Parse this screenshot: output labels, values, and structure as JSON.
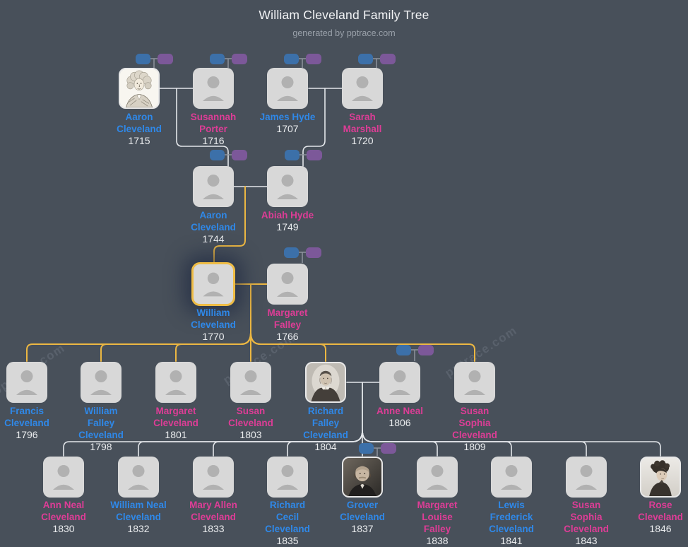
{
  "title": "William Cleveland Family Tree",
  "subtitle": "generated by pptrace.com",
  "watermark": "pptrace.com",
  "selected_person": "William Cleveland",
  "colors": {
    "background": "#48505a",
    "card": "#d8d8d8",
    "male_name": "#2f88e8",
    "female_name": "#dd3d96",
    "year_text": "#eaecee",
    "highlight_line": "#ecb742",
    "connector_line": "#e3e6ea",
    "father_button": "#3c70a9",
    "mother_button": "#7c5899"
  },
  "people": {
    "aaron_cleveland_1715": {
      "name": "Aaron Cleveland",
      "year": "1715",
      "gender": "male"
    },
    "susannah_porter_1716": {
      "name": "Susannah Porter",
      "year": "1716",
      "gender": "female"
    },
    "james_hyde_1707": {
      "name": "James Hyde",
      "year": "1707",
      "gender": "male"
    },
    "sarah_marshall_1720": {
      "name": "Sarah Marshall",
      "year": "1720",
      "gender": "female"
    },
    "aaron_cleveland_1744": {
      "name": "Aaron Cleveland",
      "year": "1744",
      "gender": "male"
    },
    "abiah_hyde_1749": {
      "name": "Abiah Hyde",
      "year": "1749",
      "gender": "female"
    },
    "william_cleveland_1770": {
      "name": "William Cleveland",
      "year": "1770",
      "gender": "male"
    },
    "margaret_falley_1766": {
      "name": "Margaret Falley",
      "year": "1766",
      "gender": "female"
    },
    "francis_cleveland_1796": {
      "name": "Francis Cleveland",
      "year": "1796",
      "gender": "male"
    },
    "william_falley_cleveland_1798": {
      "name": "William Falley Cleveland",
      "year": "1798",
      "gender": "male"
    },
    "margaret_cleveland_1801": {
      "name": "Margaret Cleveland",
      "year": "1801",
      "gender": "female"
    },
    "susan_cleveland_1803": {
      "name": "Susan Cleveland",
      "year": "1803",
      "gender": "female"
    },
    "richard_falley_cleveland_1804": {
      "name": "Richard Falley Cleveland",
      "year": "1804",
      "gender": "male"
    },
    "anne_neal_1806": {
      "name": "Anne Neal",
      "year": "1806",
      "gender": "female"
    },
    "susan_sophia_cleveland_1809": {
      "name": "Susan Sophia Cleveland",
      "year": "1809",
      "gender": "female"
    },
    "ann_neal_cleveland_1830": {
      "name": "Ann Neal Cleveland",
      "year": "1830",
      "gender": "female"
    },
    "william_neal_cleveland_1832": {
      "name": "William Neal Cleveland",
      "year": "1832",
      "gender": "male"
    },
    "mary_allen_cleveland_1833": {
      "name": "Mary Allen Cleveland",
      "year": "1833",
      "gender": "female"
    },
    "richard_cecil_cleveland_1835": {
      "name": "Richard Cecil Cleveland",
      "year": "1835",
      "gender": "male"
    },
    "grover_cleveland_1837": {
      "name": "Grover Cleveland",
      "year": "1837",
      "gender": "male"
    },
    "margaret_louise_falley_1838": {
      "name": "Margaret Louise Falley",
      "year": "1838",
      "gender": "female"
    },
    "lewis_frederick_cleveland_1841": {
      "name": "Lewis Frederick Cleveland",
      "year": "1841",
      "gender": "male"
    },
    "susan_sophia_cleveland_1843": {
      "name": "Susan Sophia Cleveland",
      "year": "1843",
      "gender": "female"
    },
    "rose_cleveland_1846": {
      "name": "Rose Cleveland",
      "year": "1846",
      "gender": "female"
    }
  }
}
